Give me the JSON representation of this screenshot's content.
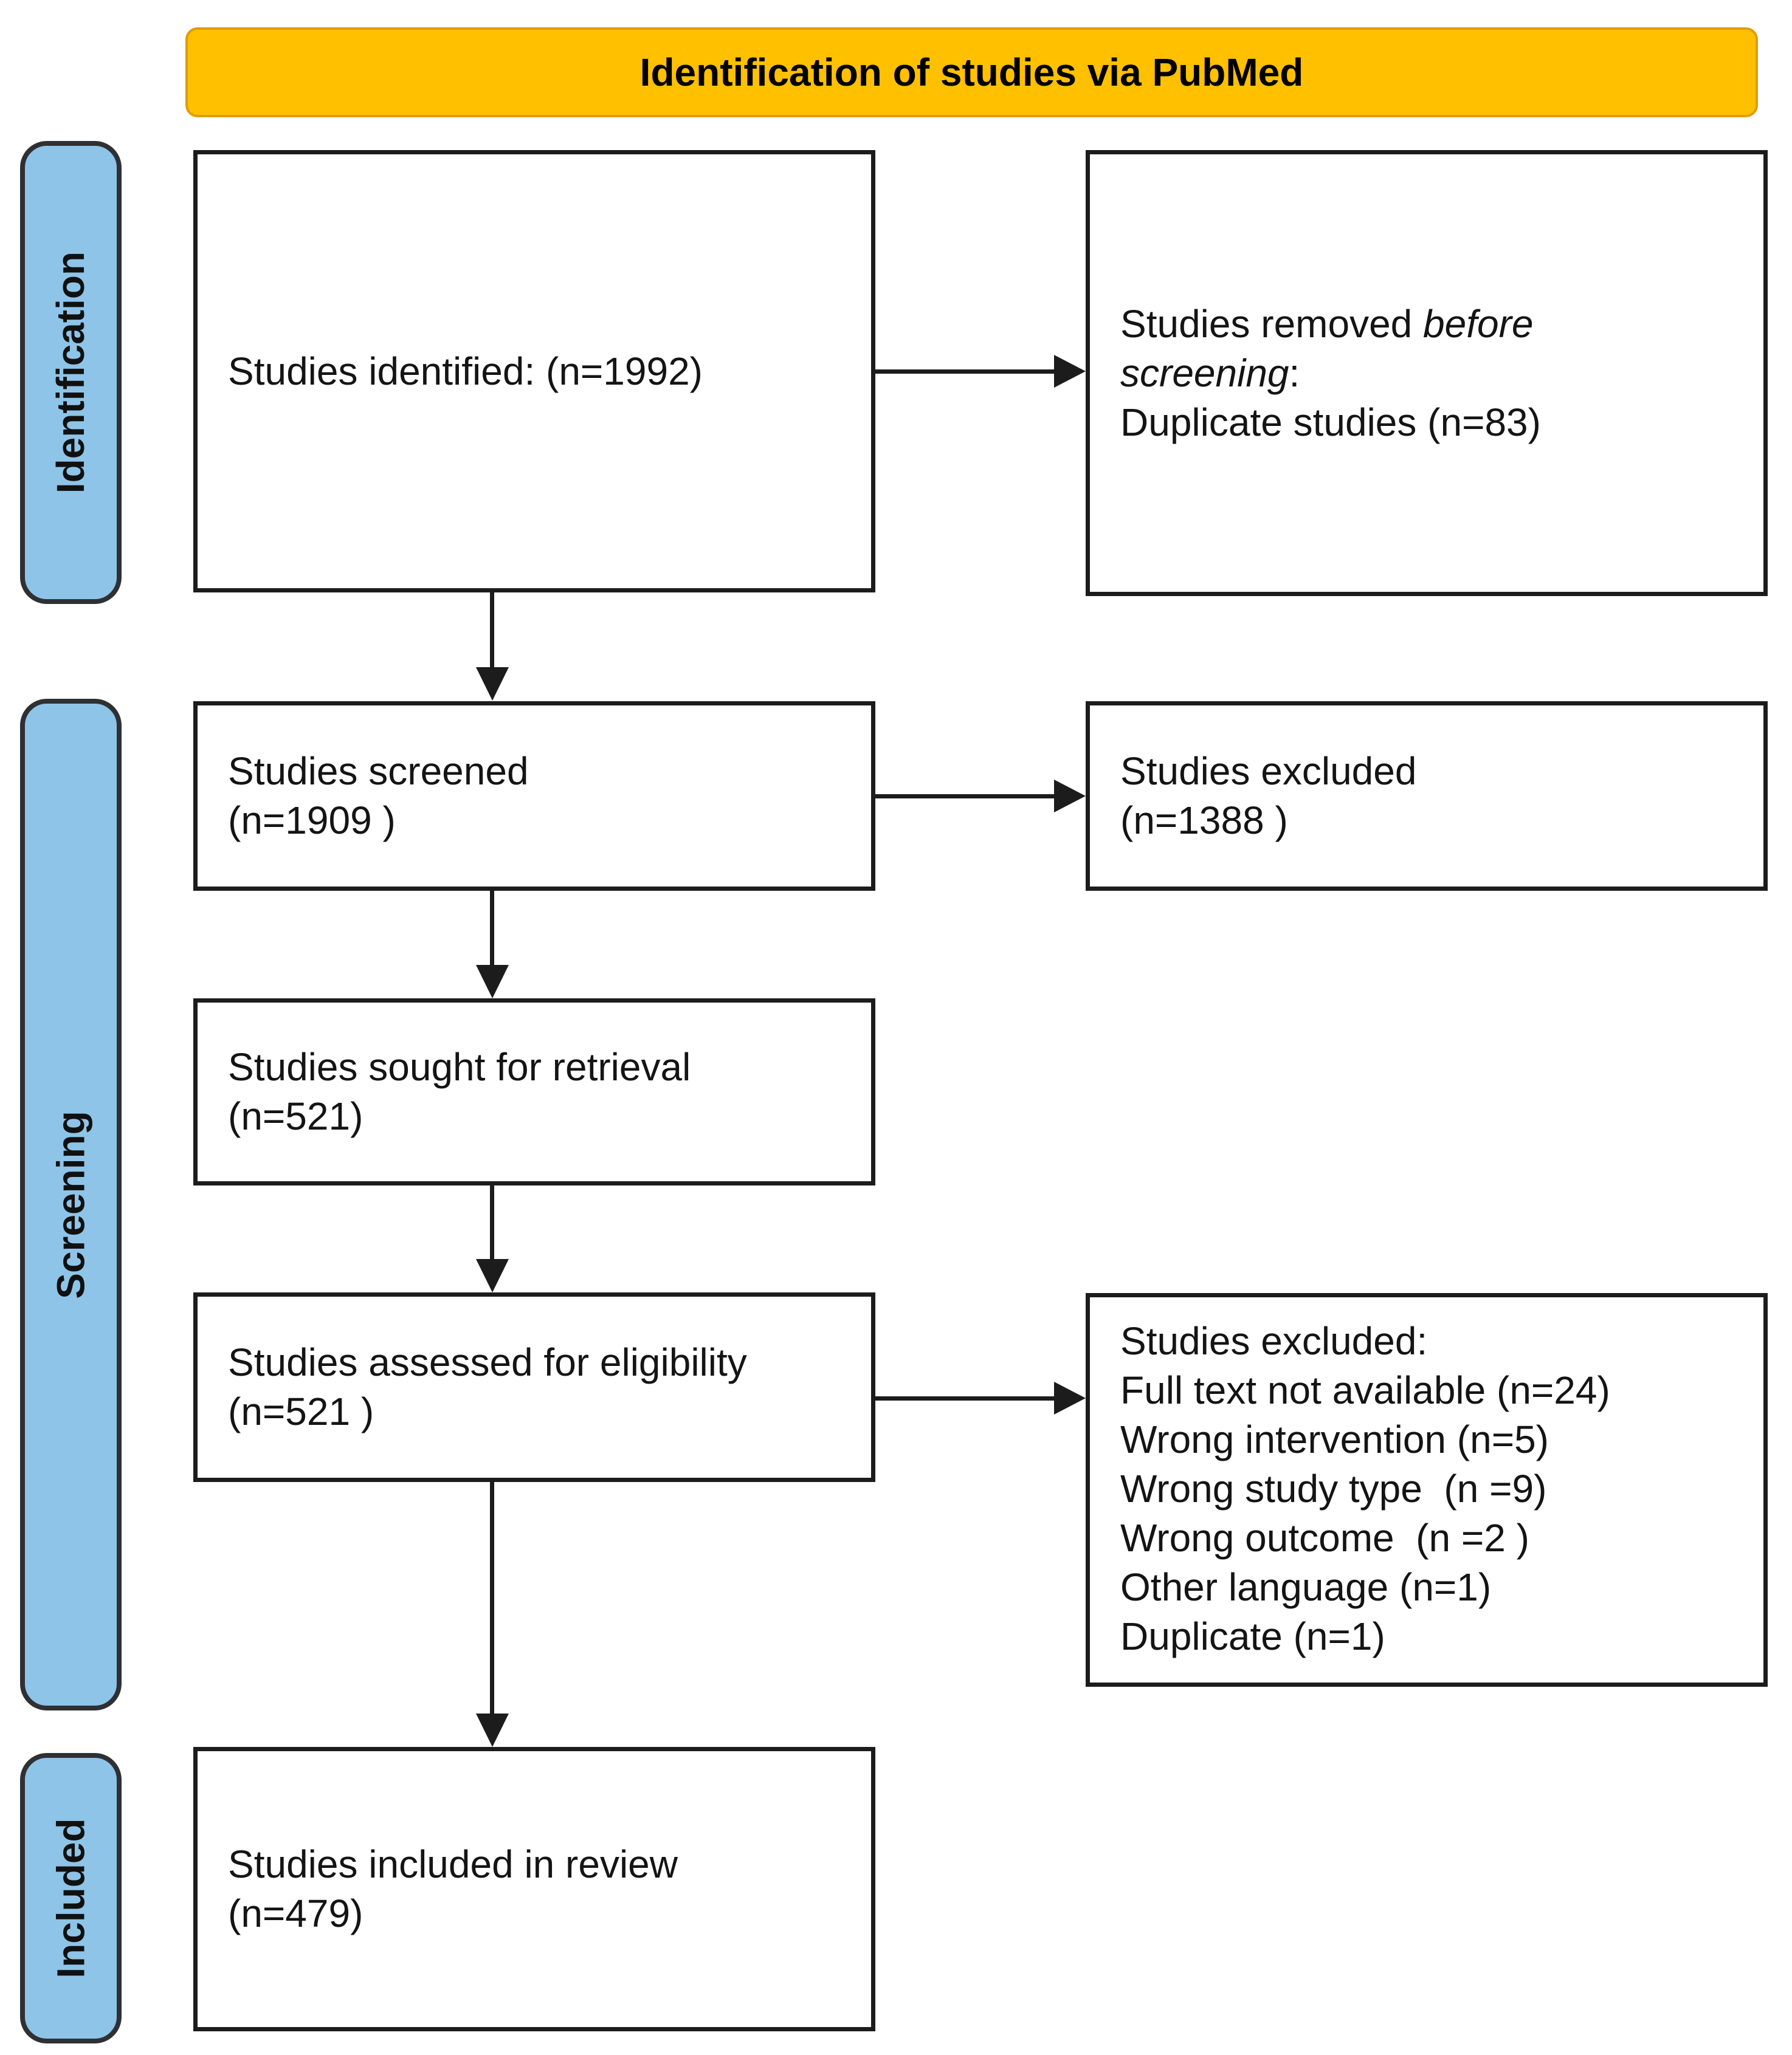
{
  "banner": {
    "title": "Identification of studies via PubMed"
  },
  "colors": {
    "banner_bg": "#FFC000",
    "banner_border": "#DE9D02",
    "stage_bg": "#8EC4E8",
    "stage_border": "#2F3033",
    "box_border": "#1C1C1C",
    "arrow": "#1C1C1C"
  },
  "stages": [
    {
      "label": "Identification"
    },
    {
      "label": "Screening"
    },
    {
      "label": "Included"
    }
  ],
  "boxes": {
    "identified": {
      "line1": "Studies identified: (n=1992)"
    },
    "removed": {
      "line1_text": "Studies removed ",
      "line1_italic": "before",
      "line2_italic": "screening",
      "line2_text": ":",
      "line3": "Duplicate studies (n=83)"
    },
    "screened": {
      "line1": "Studies screened",
      "line2": "(n=1909 )"
    },
    "screened_excluded": {
      "line1": "Studies excluded",
      "line2": "(n=1388 )"
    },
    "sought": {
      "line1": "Studies sought for retrieval",
      "line2": "(n=521)"
    },
    "assessed": {
      "line1": "Studies assessed for eligibility",
      "line2": "(n=521 )"
    },
    "assessed_excluded": {
      "header": "Studies excluded:",
      "reasons": [
        "Full text not available (n=24)",
        "Wrong intervention (n=5)",
        "Wrong study type  (n =9)",
        "Wrong outcome  (n =2 )",
        "Other language (n=1)",
        "Duplicate (n=1)"
      ]
    },
    "included": {
      "line1": "Studies included in review",
      "line2": "(n=479)"
    }
  }
}
